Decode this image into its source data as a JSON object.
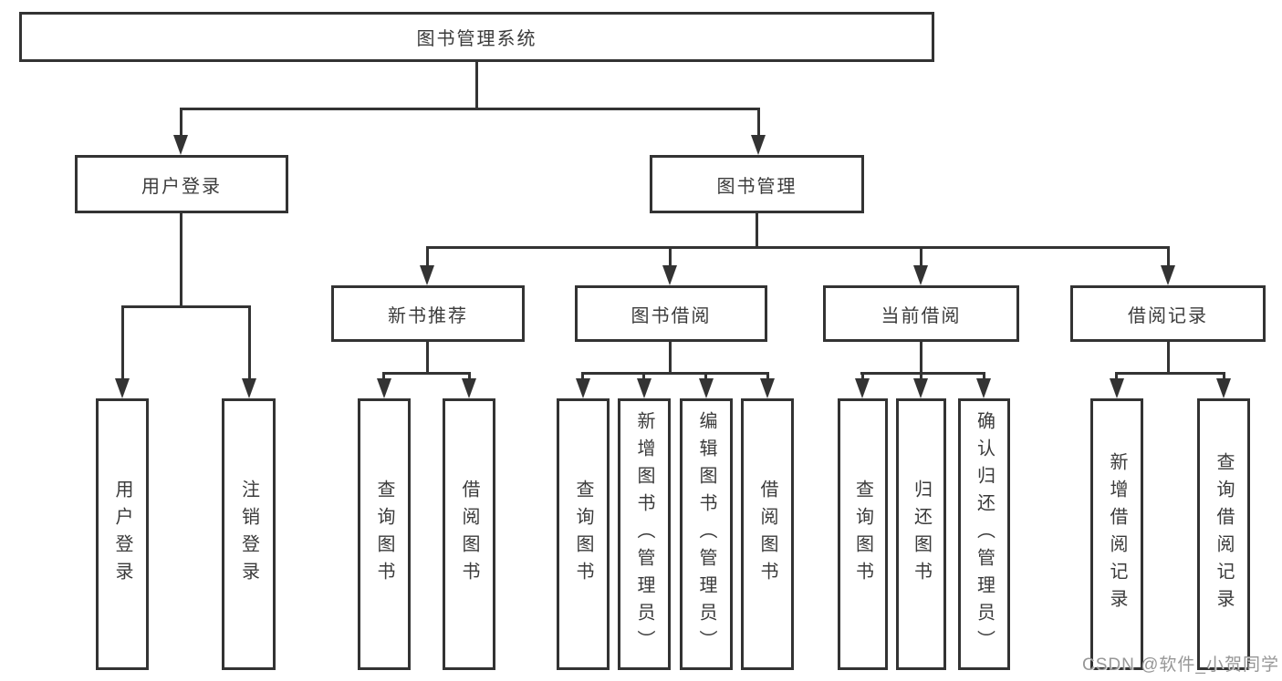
{
  "root": {
    "label": "图书管理系统"
  },
  "login": {
    "label": "用户登录",
    "children": [
      {
        "label": "用户登录"
      },
      {
        "label": "注销登录"
      }
    ]
  },
  "mgmt": {
    "label": "图书管理",
    "groups": [
      {
        "label": "新书推荐",
        "children": [
          {
            "label": "查询图书"
          },
          {
            "label": "借阅图书"
          }
        ]
      },
      {
        "label": "图书借阅",
        "children": [
          {
            "label": "查询图书"
          },
          {
            "label": "新增图书（管理员）"
          },
          {
            "label": "编辑图书（管理员）"
          },
          {
            "label": "借阅图书"
          }
        ]
      },
      {
        "label": "当前借阅",
        "children": [
          {
            "label": "查询图书"
          },
          {
            "label": "归还图书"
          },
          {
            "label": "确认归还（管理员）"
          }
        ]
      },
      {
        "label": "借阅记录",
        "children": [
          {
            "label": "新增借阅记录"
          },
          {
            "label": "查询借阅记录"
          }
        ]
      }
    ]
  },
  "watermark": {
    "text": "CSDN @软件_小贺同学"
  },
  "colors": {
    "line": "#333333",
    "text": "#3b3b3b",
    "background": "#ffffff",
    "watermark": "#919191"
  }
}
